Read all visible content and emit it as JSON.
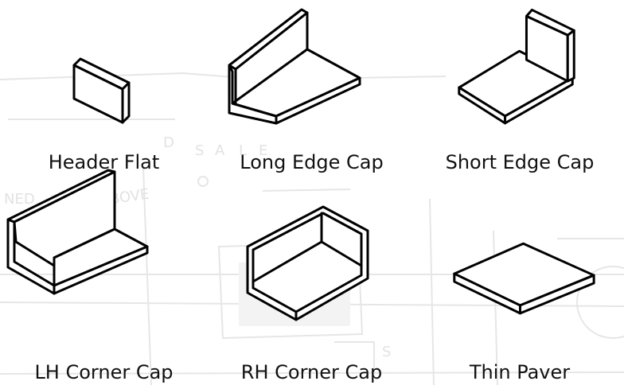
{
  "pieces": [
    {
      "label": "Header Flat"
    },
    {
      "label": "Long Edge Cap"
    },
    {
      "label": "Short Edge Cap"
    },
    {
      "label": "LH Corner Cap"
    },
    {
      "label": "RH Corner Cap"
    },
    {
      "label": "Thin Paver"
    }
  ],
  "background": {
    "faint_texts": [
      "D",
      "S",
      "A",
      "L",
      "E",
      "NED",
      "BEAM ABOVE",
      "S"
    ]
  },
  "colors": {
    "stroke": "#000000",
    "background_lines": "#e6e6e6"
  }
}
